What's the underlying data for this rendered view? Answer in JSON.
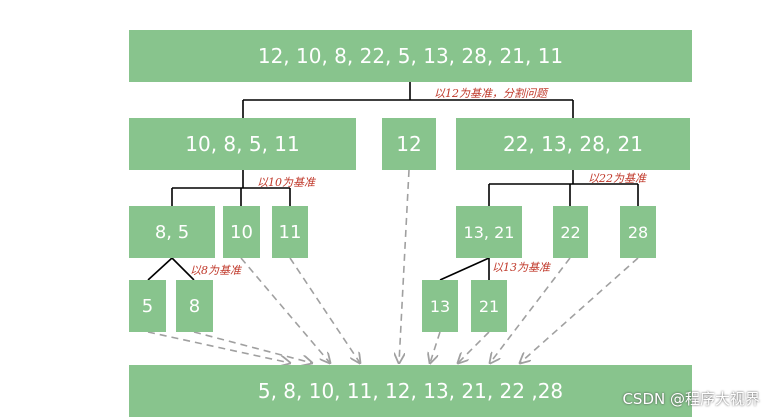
{
  "nodes": {
    "root": "12, 10, 8, 22, 5, 13, 28, 21, 11",
    "left": "10, 8, 5, 11",
    "pivot12": "12",
    "right": "22, 13, 28, 21",
    "l_left": "8, 5",
    "l_pivot10": "10",
    "l_right11": "11",
    "r_left": "13, 21",
    "r_pivot22": "22",
    "r_right28": "28",
    "ll_5": "5",
    "ll_8": "8",
    "rl_13": "13",
    "rl_21": "21",
    "result": "5, 8, 10, 11, 12, 13, 21, 22 ,28"
  },
  "labels": {
    "pivot12": "以12为基准，分割问题",
    "pivot10": "以10为基准",
    "pivot22": "以22为基准",
    "pivot8": "以8为基准",
    "pivot13": "以13为基准"
  },
  "watermark": "CSDN @程序大视界",
  "colors": {
    "box": "#88c48d",
    "line": "#000000",
    "dash": "#a0a0a0",
    "label": "#c0392b"
  }
}
